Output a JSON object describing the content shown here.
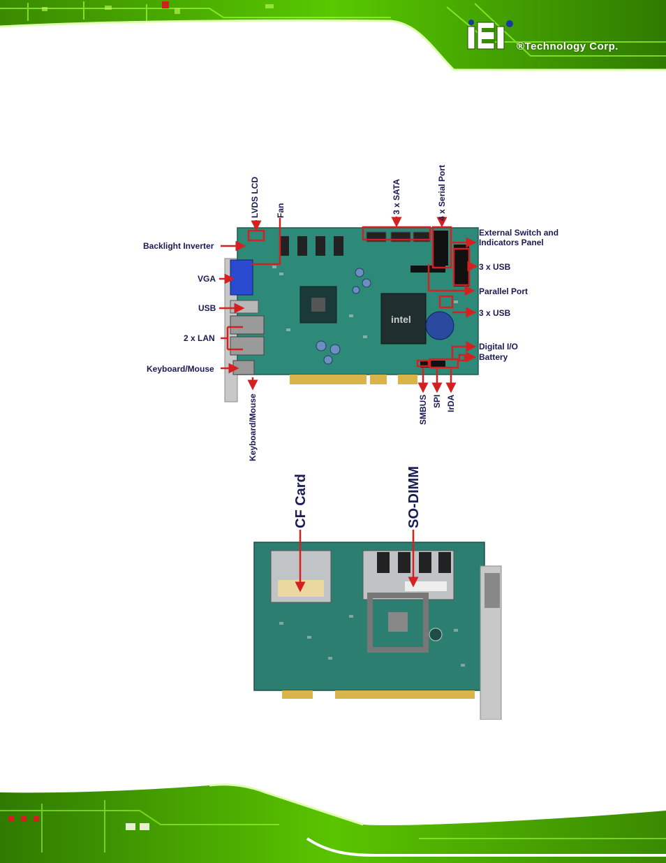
{
  "header": {
    "logo_text": "®Technology Corp."
  },
  "front_labels": {
    "lvds_lcd": "LVDS LCD",
    "fan": "Fan",
    "sata": "3 x SATA",
    "serial": "4 x Serial Port",
    "backlight": "Backlight Inverter",
    "vga": "VGA",
    "usb_left": "USB",
    "lan": "2 x LAN",
    "kbms_left": "Keyboard/Mouse",
    "kbms_bottom": "Keyboard/Mouse",
    "ext_switch_1": "External Switch and",
    "ext_switch_2": "Indicators Panel",
    "usb_right_1": "3 x USB",
    "parallel": "Parallel Port",
    "usb_right_2": "3 x USB",
    "digital_io": "Digital I/O",
    "battery": "Battery",
    "smbus": "SMBUS",
    "spi": "SPI",
    "irda": "IrDA"
  },
  "back_labels": {
    "cf_card": "CF Card",
    "sodimm": "SO-DIMM"
  },
  "colors": {
    "label": "#1a1a55",
    "arrow": "#d42020",
    "pcb": "#2e8a78",
    "banner_green": "#6ee000"
  }
}
